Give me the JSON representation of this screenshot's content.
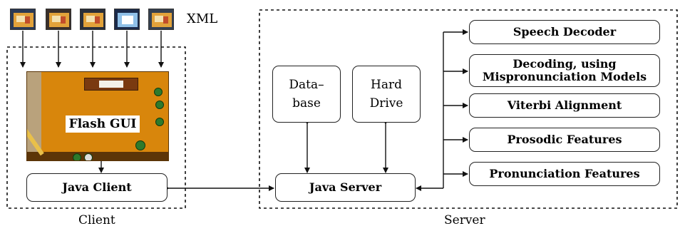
{
  "top_label": "XML",
  "flash_gui_label": "Flash GUI",
  "java_client": "Java Client",
  "java_server": "Java Server",
  "database": [
    "Data–",
    "base"
  ],
  "hard_drive": [
    "Hard",
    "Drive"
  ],
  "modules": [
    [
      "Speech Decoder"
    ],
    [
      "Decoding, using",
      "Mispronunciation Models"
    ],
    [
      "Viterbi Alignment"
    ],
    [
      "Prosodic Features"
    ],
    [
      "Pronunciation Features"
    ]
  ],
  "client_caption": "Client",
  "server_caption": "Server",
  "colors": {
    "stroke": "#222222",
    "gui_background": "#d8860c"
  }
}
